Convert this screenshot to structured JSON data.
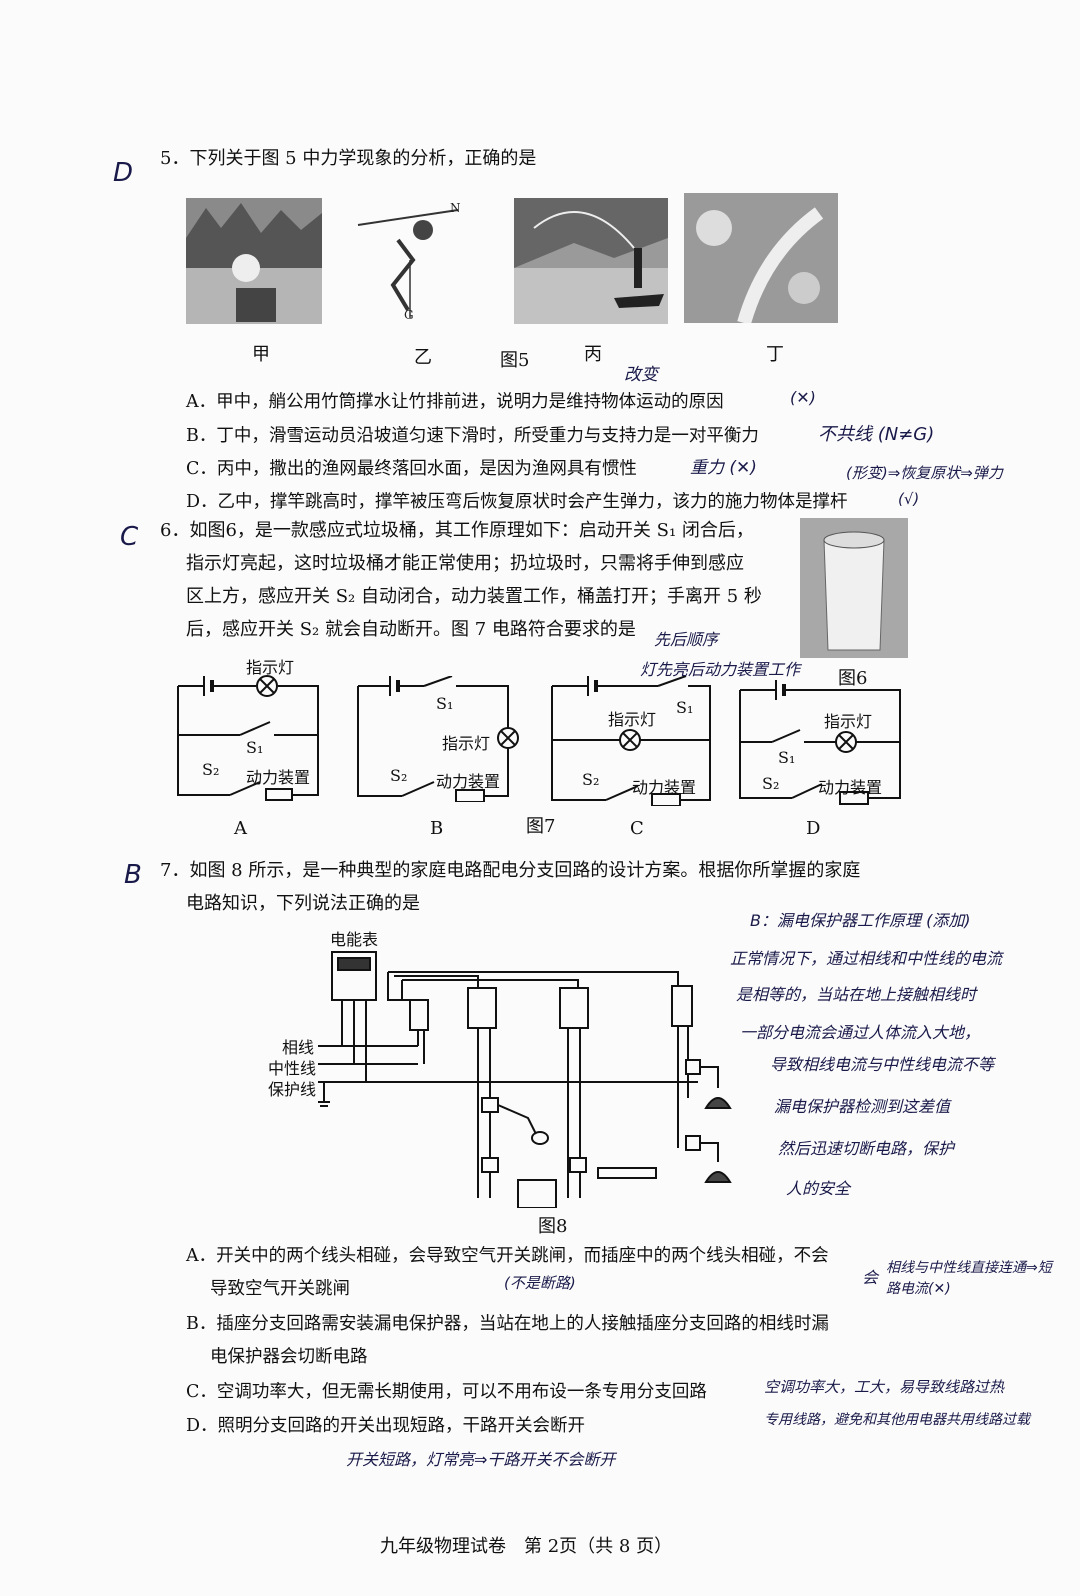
{
  "q5": {
    "mark": "D",
    "stem": "5．下列关于图 5 中力学现象的分析，正确的是",
    "figure_caption": "图5",
    "panel_labels": [
      "甲",
      "乙",
      "丙",
      "丁"
    ],
    "options": [
      {
        "text": "A．甲中，艄公用竹筒撑水让竹排前进，说明力是维持物体运动的原因",
        "note": "(✕)"
      },
      {
        "text": "B．丁中，滑雪运动员沿坡道匀速下滑时，所受重力与支持力是一对平衡力",
        "note": "不共线 (N≠G)"
      },
      {
        "text": "C．丙中，撒出的渔网最终落回水面，是因为渔网具有惯性",
        "note": "重力 (✕)"
      },
      {
        "text": "D．乙中，撑竿跳高时，撑竿被压弯后恢复原状时会产生弹力，该力的施力物体是撑杆",
        "note": "(√)"
      }
    ],
    "side_note": "(形变)⇒恢复原状⇒弹力",
    "top_note": "改变"
  },
  "q6": {
    "mark": "C",
    "lines": [
      "6．如图6，是一款感应式垃圾桶，其工作原理如下：启动开关 S₁ 闭合后，",
      "指示灯亮起，这时垃圾桶才能正常使用；扔垃圾时，只需将手伸到感应",
      "区上方，感应开关 S₂ 自动闭合，动力装置工作，桶盖打开；手离开 5 秒",
      "后，感应开关 S₂ 就会自动断开。图 7 电路符合要求的是"
    ],
    "note1": "先后顺序",
    "note2": "灯先亮后动力装置工作",
    "fig6_caption": "图6",
    "fig7_caption": "图7",
    "circuit_labels": {
      "lamp": "指示灯",
      "motor": "动力装置",
      "s1": "S₁",
      "s2": "S₂"
    },
    "choices": [
      "A",
      "B",
      "C",
      "D"
    ]
  },
  "q7": {
    "mark": "B",
    "lines": [
      "7．如图 8 所示，是一种典型的家庭电路配电分支回路的设计方案。根据你所掌握的家庭",
      "电路知识，下列说法正确的是"
    ],
    "meter": "电能表",
    "wires": [
      "相线",
      "中性线",
      "保护线"
    ],
    "figure_caption": "图8",
    "notes": [
      "B：漏电保护器工作原理 (添加)",
      "正常情况下，通过相线和中性线的电流",
      "是相等的，当站在地上接触相线时",
      "一部分电流会通过人体流入大地，",
      "导致相线电流与中性线电流不等",
      "漏电保护器检测到这差值",
      "然后迅速切断电路，保护",
      "人的安全"
    ],
    "options": [
      {
        "l1": "A．开关中的两个线头相碰，会导致空气开关跳闸，而插座中的两个线头相碰，不会",
        "l2": "导致空气开关跳闸",
        "note_l1": "会",
        "note_l2": "(不是断路)",
        "side": "相线与中性线直接连通⇒短路电流(✕)"
      },
      {
        "l1": "B．插座分支回路需安装漏电保护器，当站在地上的人接触插座分支回路的相线时漏",
        "l2": "电保护器会切断电路"
      },
      {
        "l1": "C．空调功率大，但无需长期使用，可以不用布设一条专用分支回路",
        "note": "空调功率大，工大，易导致线路过热"
      },
      {
        "l1": "D．照明分支回路的开关出现短路，干路开关会断开",
        "note": "开关短路，灯常亮⇒干路开关不会断开",
        "side": "专用线路，避免和其他用电器共用线路过载"
      }
    ]
  },
  "footer": "九年级物理试卷　第 2页（共 8 页）"
}
